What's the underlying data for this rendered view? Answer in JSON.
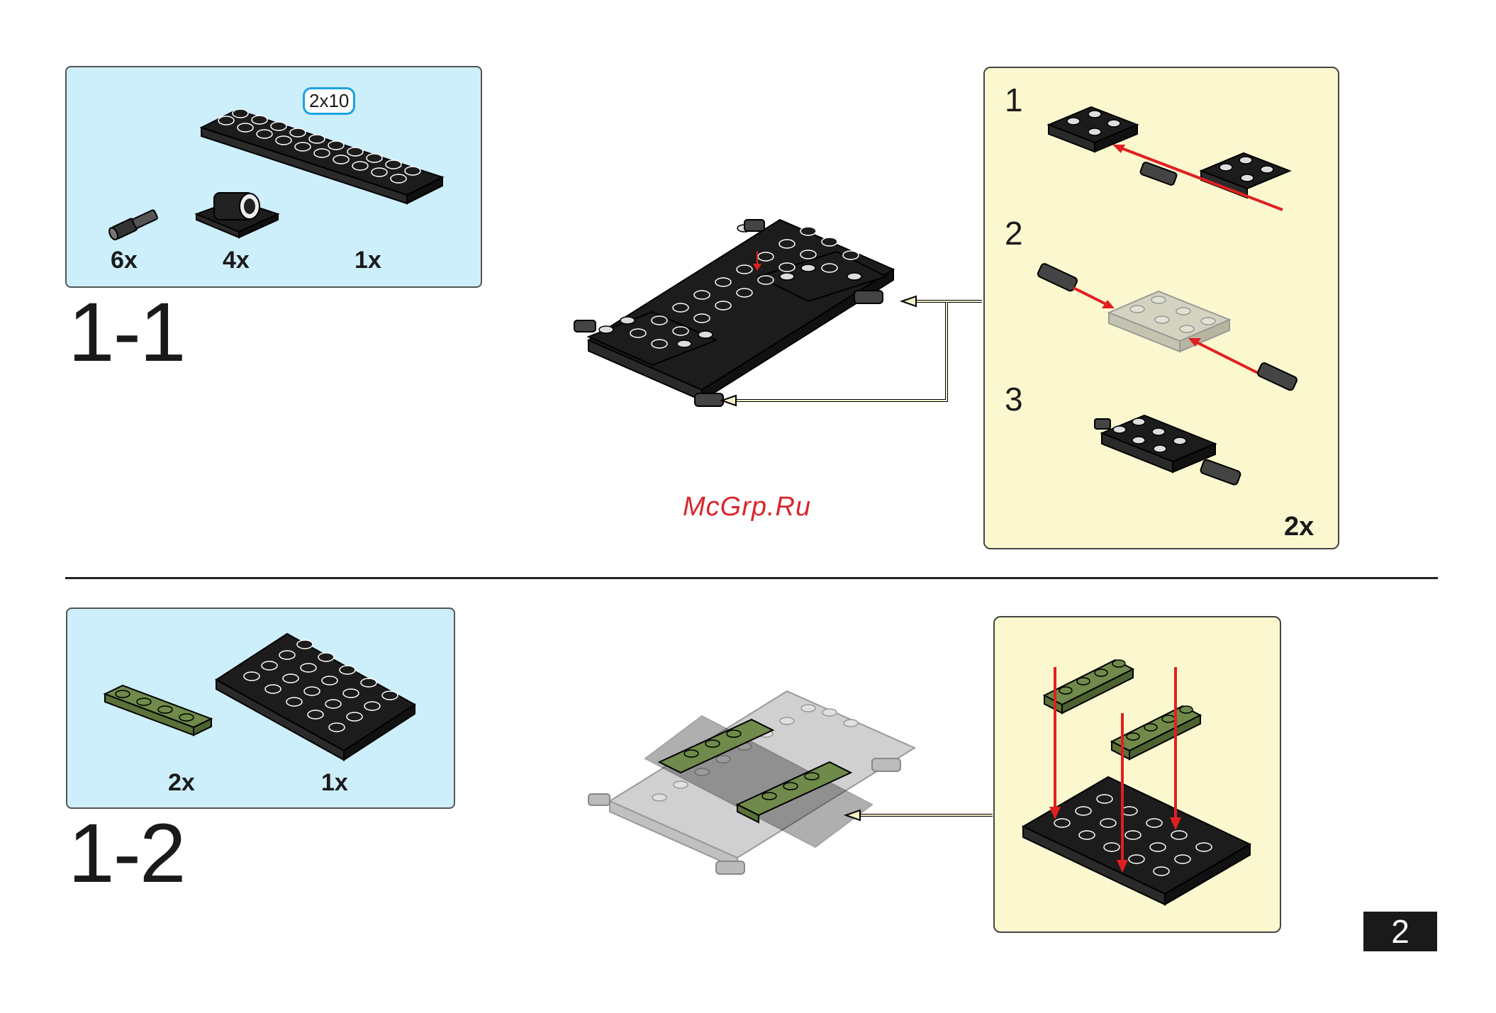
{
  "step1": {
    "title": "1-1",
    "parts": [
      {
        "qty": "6x"
      },
      {
        "qty": "4x"
      },
      {
        "qty": "1x",
        "tag": "2x10"
      }
    ],
    "sub_steps": [
      "1",
      "2",
      "3"
    ],
    "sub_multiplier": "2x"
  },
  "step2": {
    "title": "1-2",
    "parts": [
      {
        "qty": "2x"
      },
      {
        "qty": "1x"
      }
    ]
  },
  "watermark": "McGrp.Ru",
  "page_number": "2",
  "colors": {
    "parts_bg": "#cdeefb",
    "sub_bg": "#fbf8cf",
    "brick_black": "#1c1c1c",
    "brick_green": "#6f8a4a",
    "brick_gray": "#cfcfcf",
    "arrow_red": "#e02020"
  }
}
